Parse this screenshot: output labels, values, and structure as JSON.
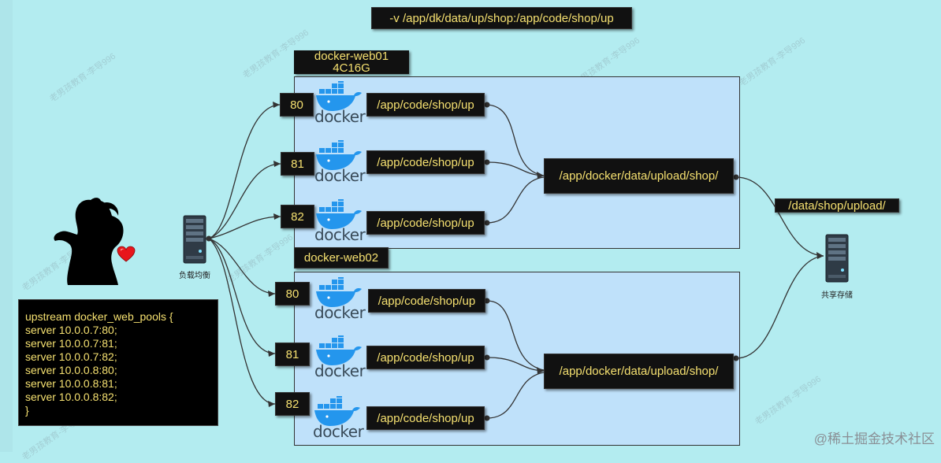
{
  "volume_mapping": "-v  /app/dk/data/up/shop:/app/code/shop/up",
  "web01": {
    "title_line1": "docker-web01",
    "title_line2": "4C16G",
    "containers": [
      {
        "port": "80",
        "path": "/app/code/shop/up"
      },
      {
        "port": "81",
        "path": "/app/code/shop/up"
      },
      {
        "port": "82",
        "path": "/app/code/shop/up"
      }
    ],
    "data_dir": "/app/docker/data/upload/shop/"
  },
  "web02": {
    "title": "docker-web02",
    "containers": [
      {
        "port": "80",
        "path": "/app/code/shop/up"
      },
      {
        "port": "81",
        "path": "/app/code/shop/up"
      },
      {
        "port": "82",
        "path": "/app/code/shop/up"
      }
    ],
    "data_dir": "/app/docker/data/upload/shop/"
  },
  "docker_logo_text": "docker",
  "load_balancer_label": "负载均衡",
  "shared_storage_label": "共享存储",
  "shared_path": "/data/shop/upload/",
  "upstream_lines": [
    "upstream docker_web_pools {",
    "server 10.0.0.7:80;",
    "server 10.0.0.7:81;",
    "server 10.0.0.7:82;",
    "server 10.0.0.8:80;",
    "server 10.0.0.8:81;",
    "server 10.0.0.8:82;",
    "}"
  ],
  "watermark_text": "老男孩教育-李导996",
  "corner_watermark": "@稀土掘金技术社区",
  "colors": {
    "background": "#b3ecf0",
    "box_fill": "#111111",
    "box_text": "#f5e070",
    "group_fill": "#bfe1fa",
    "docker_blue": "#2496ed"
  }
}
